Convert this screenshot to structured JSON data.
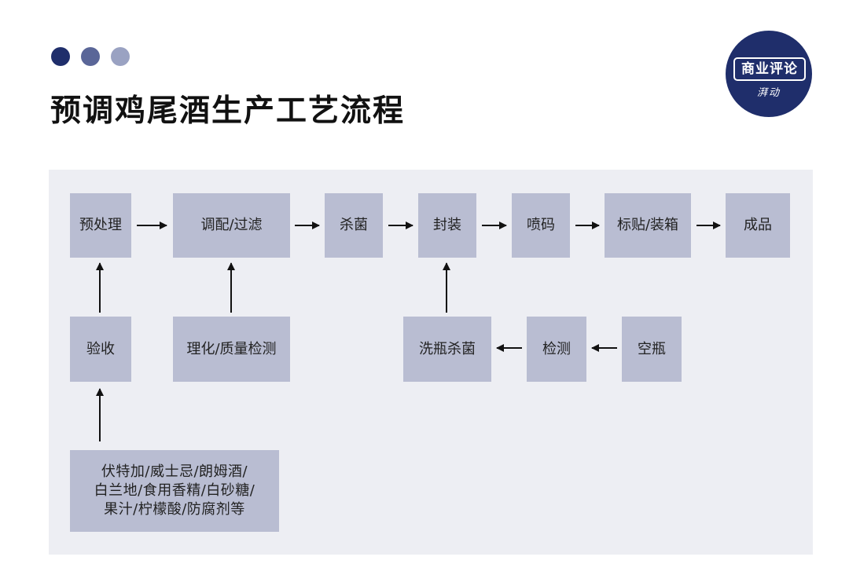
{
  "header": {
    "title": "预调鸡尾酒生产工艺流程"
  },
  "logo": {
    "main": "商业评论",
    "sub": "湃动"
  },
  "colors": {
    "dot_dark": "#1f2e6b",
    "dot_mid": "#5a6698",
    "dot_light": "#9aa2c2",
    "node_fill": "#b9bdd2",
    "panel_bg": "#edeef3"
  },
  "nodes": {
    "pretreat": "预处理",
    "blend": "调配/过滤",
    "sterilize": "杀菌",
    "seal": "封装",
    "code": "喷码",
    "label_pack": "标贴/装箱",
    "product": "成品",
    "accept": "验收",
    "qc": "理化/质量检测",
    "wash": "洗瓶杀菌",
    "inspect": "检测",
    "empty_bottle": "空瓶",
    "ingredients": "伏特加/威士忌/朗姆酒/\n白兰地/食用香精/白砂糖/\n果汁/柠檬酸/防腐剂等"
  }
}
